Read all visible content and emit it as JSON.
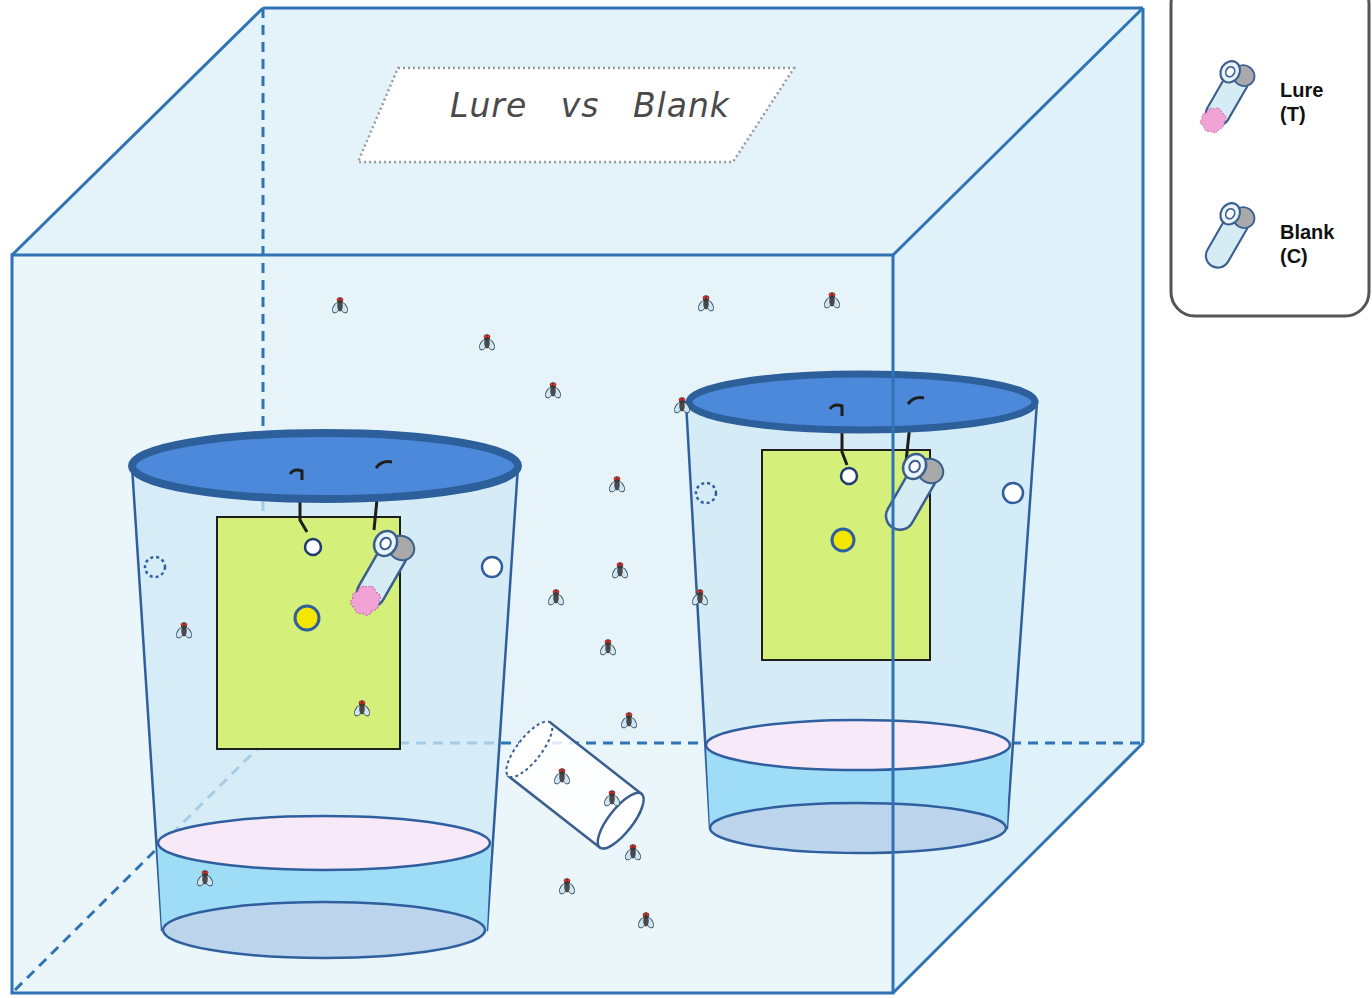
{
  "diagram": {
    "title": "Lure vs Blank",
    "legend": [
      {
        "text": "Lure (T)"
      },
      {
        "text": "Blank (C)"
      }
    ]
  }
}
